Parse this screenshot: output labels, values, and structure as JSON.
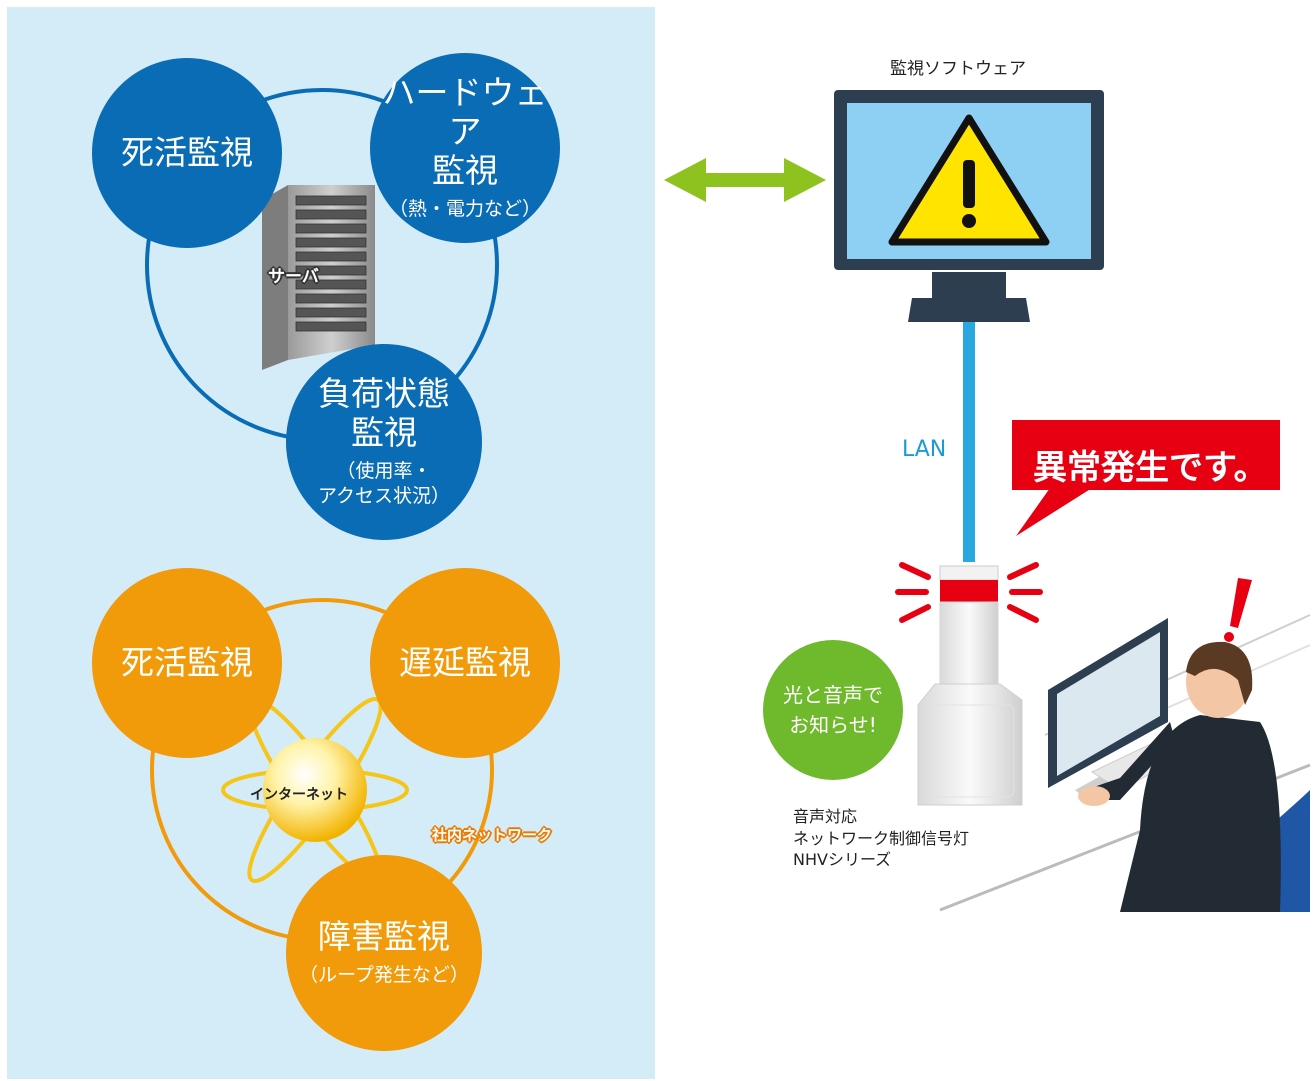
{
  "server_group": {
    "circles": [
      {
        "title": "死活監視",
        "sub": ""
      },
      {
        "title": "ハードウェア\n監視",
        "sub": "（熱・電力など）"
      },
      {
        "title": "負荷状態\n監視",
        "sub": "（使用率・\nアクセス状況）"
      }
    ],
    "center_label": "サーバ"
  },
  "network_group": {
    "circles": [
      {
        "title": "死活監視",
        "sub": ""
      },
      {
        "title": "遅延監視",
        "sub": ""
      },
      {
        "title": "障害監視",
        "sub": "（ループ発生など）"
      }
    ],
    "center_label": "インターネット",
    "network_label": "社内ネットワーク"
  },
  "software_title": "監視ソフトウェア",
  "lan_label": "LAN",
  "alert_bubble": "異常発生です。",
  "notify_badge": "光と音声で\nお知らせ!",
  "product": [
    "音声対応",
    "ネットワーク制御信号灯",
    "NHVシリーズ"
  ],
  "colors": {
    "panel_bg": "#d3ecf8",
    "blue": "#0a6cb5",
    "orange": "#f19a0a",
    "arrow_green": "#8dc21f",
    "alert_red": "#e60012",
    "badge_green": "#6fb92c",
    "lan_cable": "#29a7df"
  }
}
